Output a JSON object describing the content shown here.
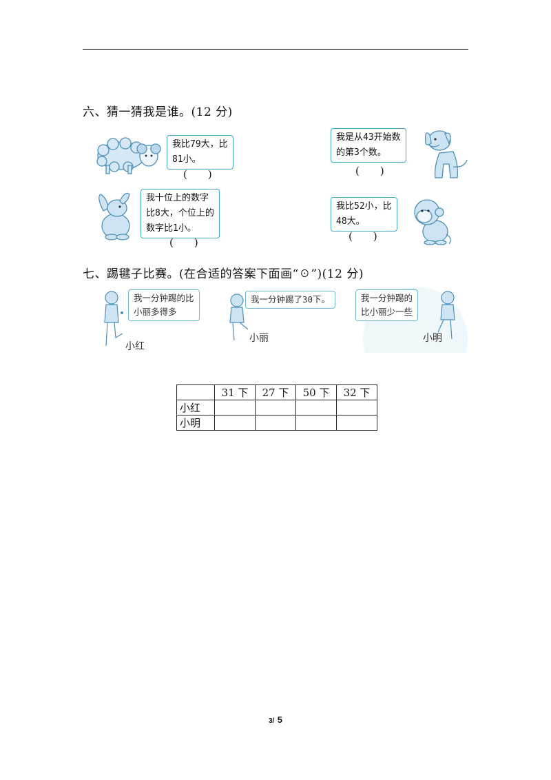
{
  "section6": {
    "title": "六、猜一猜我是谁。(12 分)",
    "sheep_bubble": "我比79大，比\n81小。",
    "dog_bubble": "我是从43开始数\n的第3个数。",
    "rabbit_bubble": "我十位上的数字\n比8大，个位上的\n数字比1小。",
    "monkey_bubble": "我比52小，比\n48大。",
    "blank": "(　　)",
    "icons": [
      "sheep-icon",
      "dog-icon",
      "rabbit-icon",
      "monkey-icon"
    ]
  },
  "section7": {
    "title": "七、踢毽子比赛。(在合适的答案下面画“☉”)(12 分)",
    "xiaohong_bubble": "我一分钟踢的比\n小丽多得多",
    "xiaoli_bubble": "我一分钟踢了30下。",
    "xiaoming_bubble": "我一分钟踢的\n比小丽少一些",
    "names": {
      "xiaohong": "小红",
      "xiaoli": "小丽",
      "xiaoming": "小明"
    },
    "table": {
      "headers": [
        "",
        "31 下",
        "27 下",
        "50 下",
        "32 下"
      ],
      "rows": [
        "小红",
        "小明"
      ]
    }
  },
  "footer": {
    "page": "3/",
    "total": "5"
  },
  "colors": {
    "bubble_border": "#3fa5c9",
    "illustration_fill": "#cfe4f2",
    "illustration_stroke": "#4d8fb8"
  }
}
